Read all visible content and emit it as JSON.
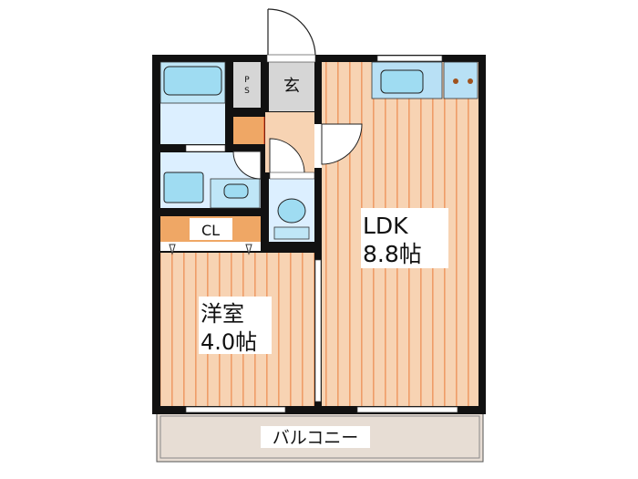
{
  "rooms": {
    "ldk": {
      "name": "LDK",
      "size": "8.8帖"
    },
    "western": {
      "name": "洋室",
      "size": "4.0帖"
    },
    "closet": {
      "name": "CL"
    },
    "entrance": {
      "name": "玄"
    },
    "pipe_space": {
      "name_line1": "P",
      "name_line2": "S"
    },
    "balcony": {
      "name": "バルコニー"
    }
  },
  "colors": {
    "wall": "#111111",
    "floor": "#f7d3b3",
    "floor_stripe": "#ef9d68",
    "wet_area": "#dcefff",
    "fixture": "#9fdcf2",
    "storage": "#efa765",
    "entrance": "#d6d6d6",
    "balcony": "#e7ddd4"
  }
}
